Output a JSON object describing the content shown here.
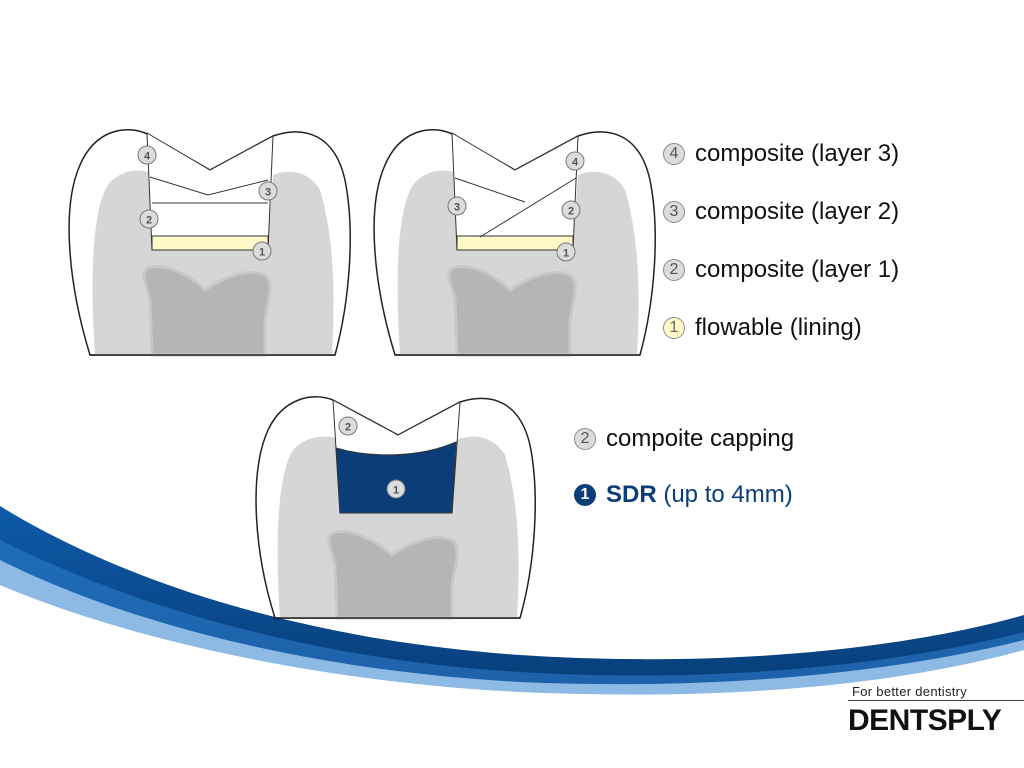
{
  "legend_top": [
    {
      "num": "4",
      "label": "composite (layer 3)"
    },
    {
      "num": "3",
      "label": "composite (layer 2)"
    },
    {
      "num": "2",
      "label": "composite (layer 1)"
    },
    {
      "num": "1",
      "label": "flowable (lining)"
    }
  ],
  "legend_bottom": [
    {
      "num": "2",
      "label": "compoite capping"
    },
    {
      "num": "1",
      "label_bold": "SDR",
      "label": "(up to 4mm)"
    }
  ],
  "tooth_left_labels": [
    "4",
    "3",
    "2",
    "1"
  ],
  "tooth_mid_labels": [
    "4",
    "3",
    "2",
    "1"
  ],
  "tooth_bottom_labels": [
    "2",
    "1"
  ],
  "branding": {
    "tagline": "For better dentistry",
    "logo": "DENTSPLY"
  },
  "colors": {
    "brand_blue": "#0b3d78",
    "wave_blue": "#0a4f9a",
    "flowable": "#fff9c8",
    "dentin": "#d6d6d6",
    "pulp": "#b5b5b5"
  }
}
